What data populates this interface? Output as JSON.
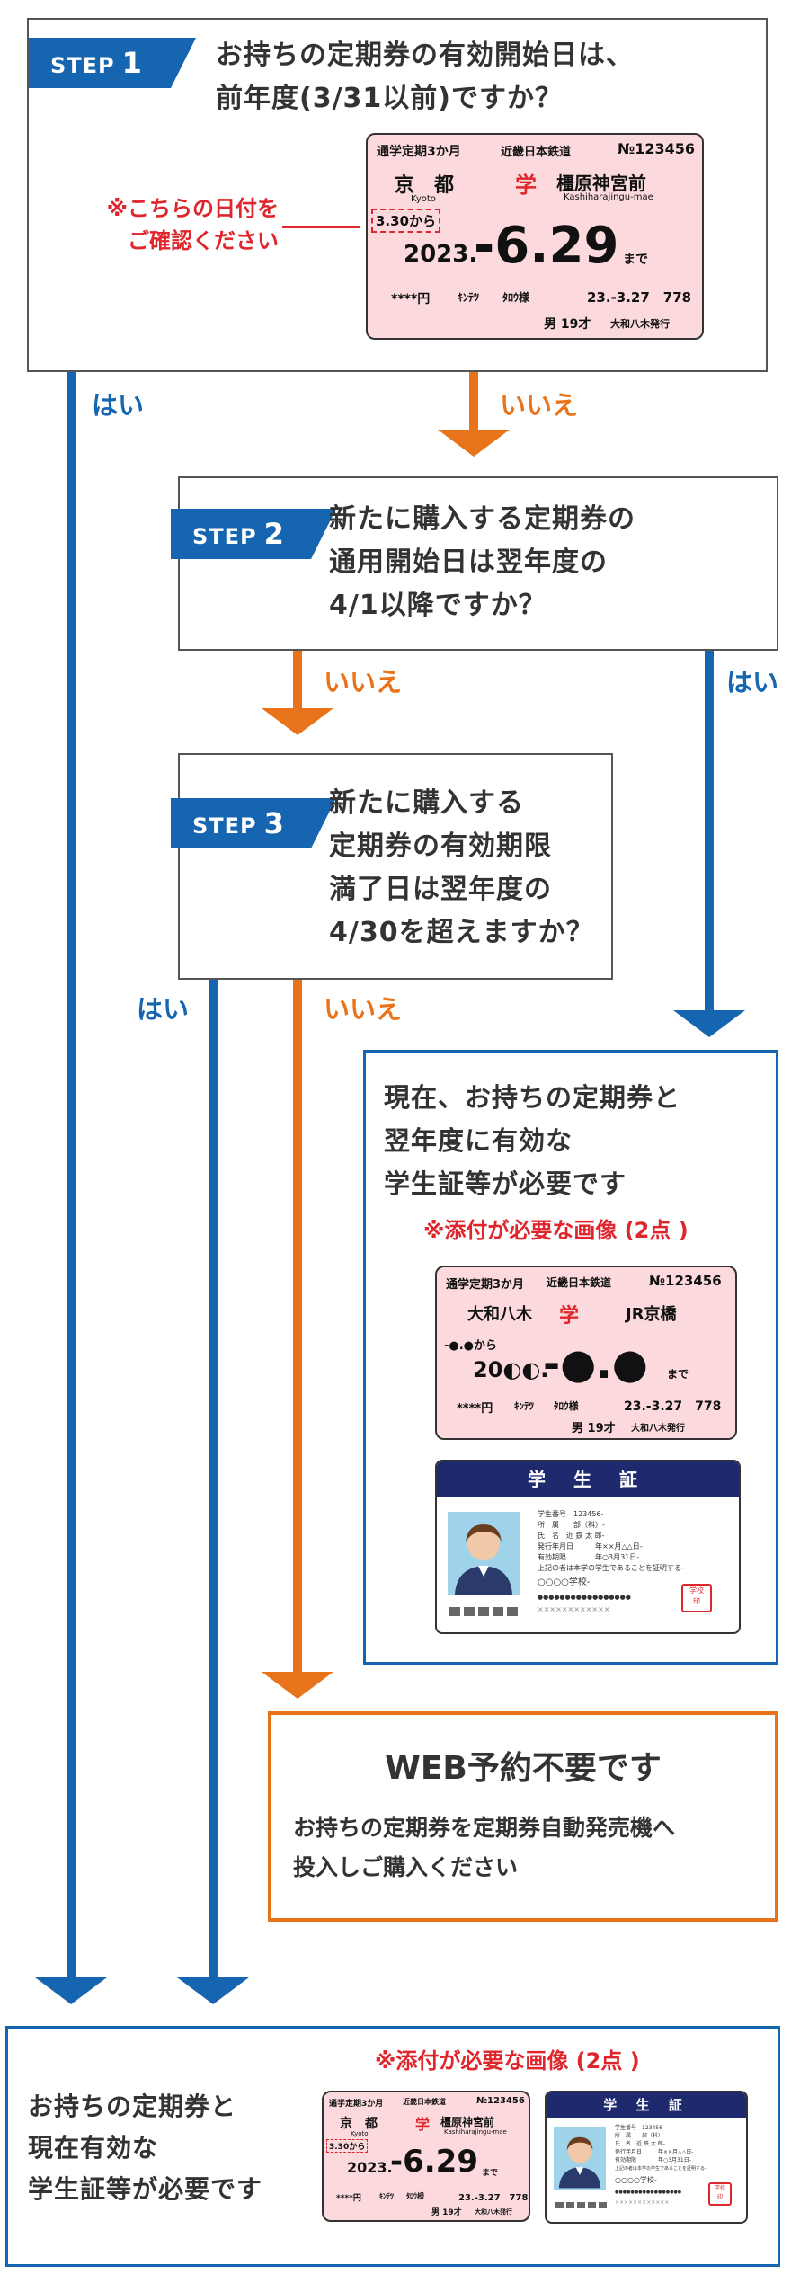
{
  "step1": {
    "badge_word": "STEP",
    "badge_num": "1",
    "question": "お持ちの定期券の有効開始日は、\n前年度(3/31以前)ですか？",
    "note": "※こちらの日付を\nご確認ください"
  },
  "ticket_main": {
    "row1_left": "通学定期3か月",
    "row1_mid": "近畿日本鉄道",
    "row1_right": "№123456",
    "from": "京　都",
    "from_roman": "Kyoto",
    "gaku": "学",
    "to": "橿原神宮前",
    "to_roman": "Kashiharajingu-mae",
    "start": "3.30から",
    "year": "2023.",
    "date": "-6.29",
    "until": "まで",
    "price": "****円",
    "kintetsu": "ｷﾝﾃﾂ",
    "name": "ﾀﾛｳ様",
    "issue": "23.-3.27　778",
    "person": "男 19才",
    "issuer": "大和八木発行"
  },
  "step2": {
    "badge_word": "STEP",
    "badge_num": "2",
    "question": "新たに購入する定期券の\n通用開始日は翌年度の\n4/1以降ですか？"
  },
  "step3": {
    "badge_word": "STEP",
    "badge_num": "3",
    "question": "新たに購入する\n定期券の有効期限\n満了日は翌年度の\n4/30を超えますか？"
  },
  "labels": {
    "yes": "はい",
    "no": "いいえ"
  },
  "result_next_year": {
    "text": "現在、お持ちの定期券と\n翌年度に有効な\n学生証等が必要です",
    "note": "※添付が必要な画像 (2点 )"
  },
  "ticket_next": {
    "row1_left": "通学定期3か月",
    "row1_mid": "近畿日本鉄道",
    "row1_right": "№123456",
    "from": "大和八木",
    "gaku": "学",
    "to": "JR京橋",
    "start": "-●.●から",
    "year": "20◐◐.",
    "date": "-●.●",
    "until": "まで",
    "price": "****円",
    "kintetsu": "ｷﾝﾃﾂ",
    "name": "ﾀﾛｳ様",
    "issue": "23.-3.27　778",
    "person": "男 19才",
    "issuer": "大和八木発行"
  },
  "student_card": {
    "title": "学 生 証",
    "line1": "学生番号　123456-",
    "line2": "所　属　　部（科）-",
    "line3": "氏　名　近 鉄 太 郎-",
    "line4": "発行年月日　　　年××月△△日-",
    "line5": "有効期限　　　　年○3月31日-",
    "line6": "上記の者は本学の学生であることを証明する-",
    "school": "○○○○学校-",
    "stamp": "学校\n印",
    "dots": "●●●●●●●●●●●●●●●●●",
    "crosses": "××××××××××××"
  },
  "result_web": {
    "title": "WEB予約不要です",
    "text": "お持ちの定期券を定期券自動発売機へ\n投入しご購入ください"
  },
  "result_current": {
    "text": "お持ちの定期券と\n現在有効な\n学生証等が必要です",
    "note": "※添付が必要な画像 (2点 )"
  },
  "colors": {
    "blue": "#1565b0",
    "orange": "#e8731a",
    "red": "#e0262d",
    "ticket_pink": "#fbd9dc",
    "card_navy": "#1f2a6e"
  }
}
